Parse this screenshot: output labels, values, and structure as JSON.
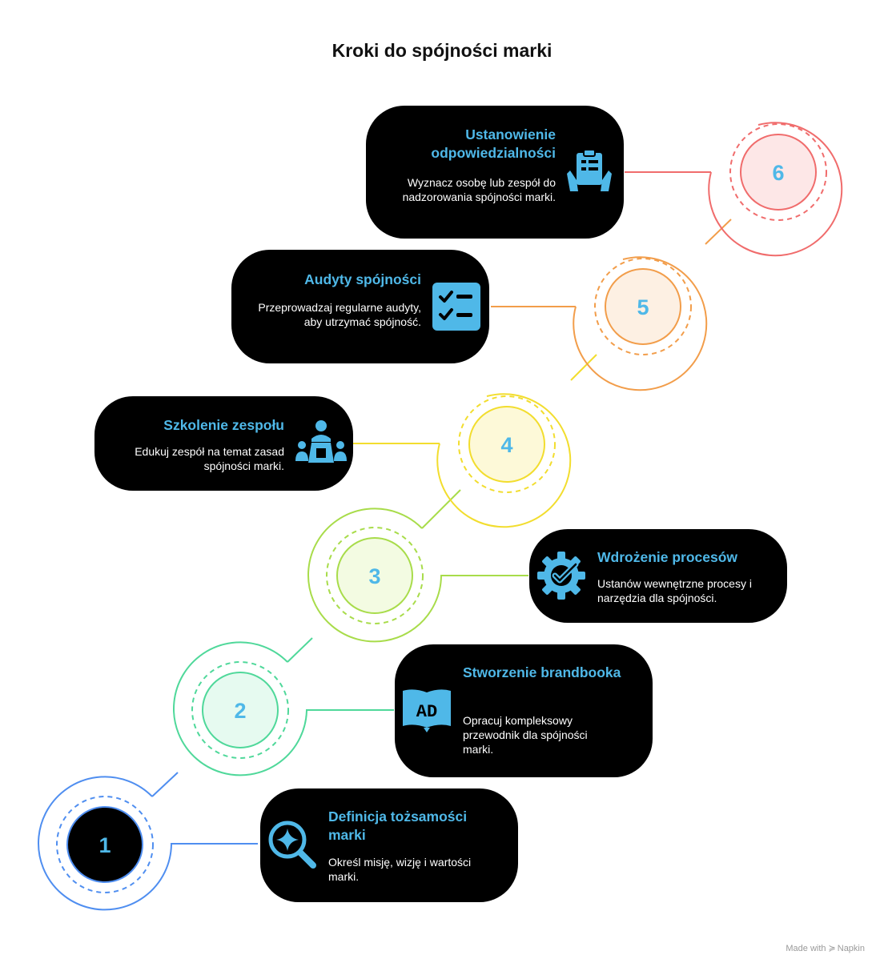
{
  "title": "Kroki do spójności marki",
  "credit": {
    "prefix": "Made with",
    "brand": "Napkin"
  },
  "steps": [
    {
      "number": "1",
      "heading": "Definicja tożsamości marki",
      "desc": "Określ misję, wizję i wartości marki.",
      "icon": "search-sparkle-icon",
      "color": "#4f8ef0",
      "fill": "#000000",
      "num_color": "#4fb8e8"
    },
    {
      "number": "2",
      "heading": "Stworzenie brandbooka",
      "desc": "Opracuj kompleksowy przewodnik dla spójności marki.",
      "icon": "ad-book-icon",
      "color": "#4fd89a",
      "fill": "#e6faf0",
      "num_color": "#4fb8e8"
    },
    {
      "number": "3",
      "heading": "Wdrożenie procesów",
      "desc": "Ustanów wewnętrzne procesy i narzędzia dla spójności.",
      "icon": "gear-check-icon",
      "color": "#a8dc4a",
      "fill": "#f3fbe2",
      "num_color": "#4fb8e8"
    },
    {
      "number": "4",
      "heading": "Szkolenie zespołu",
      "desc": "Edukuj zespół na temat zasad spójności marki.",
      "icon": "team-presenter-icon",
      "color": "#f2dd2e",
      "fill": "#fdf9d8",
      "num_color": "#4fb8e8"
    },
    {
      "number": "5",
      "heading": "Audyty spójności",
      "desc": "Przeprowadzaj regularne audyty, aby utrzymać spójność.",
      "icon": "checklist-icon",
      "color": "#f29d4a",
      "fill": "#fdf0e3",
      "num_color": "#4fb8e8"
    },
    {
      "number": "6",
      "heading": "Ustanowienie odpowiedzialności",
      "desc": "Wyznacz osobę lub zespół do nadzorowania spójności marki.",
      "icon": "clipboard-hands-icon",
      "color": "#f06c6c",
      "fill": "#fde7e7",
      "num_color": "#4fb8e8"
    }
  ]
}
